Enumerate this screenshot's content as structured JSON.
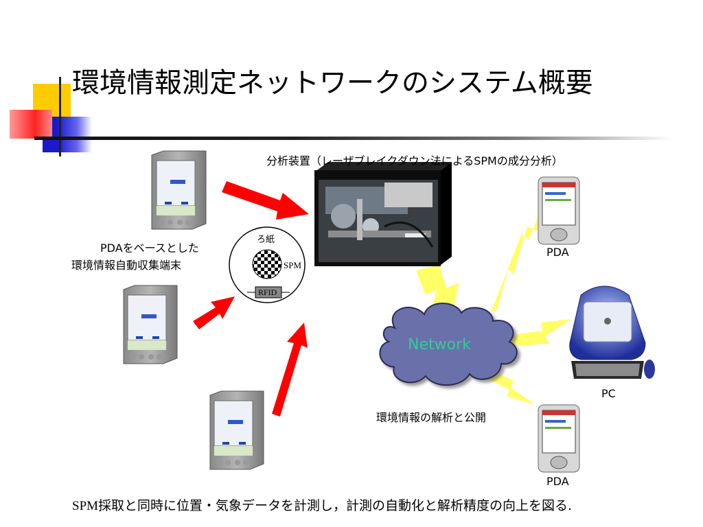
{
  "slide": {
    "title": "環境情報測定ネットワークのシステム概要",
    "caption_spm": "SPM",
    "caption_rest": "採取と同時に位置・気象データを計測し，計測の自動化と解析精度の向上を図る."
  },
  "labels": {
    "analyzer": "分析装置（レーザブレイクダウン法によるSPMの成分分析）",
    "terminal_line1": "PDAをベースとした",
    "terminal_line2": "環境情報自動収集端末",
    "filter_paper": "ろ紙",
    "spm": "SPM",
    "rfid": "RFID",
    "network": "Network",
    "analysis_publish": "環境情報の解析と公開",
    "pda_top": "PDA",
    "pc": "PC",
    "pda_bottom": "PDA"
  },
  "colors": {
    "arrow": "#ff0000",
    "lightning": "#ffff66",
    "cloud": "#6b6faa",
    "network_text": "#33cc99"
  }
}
